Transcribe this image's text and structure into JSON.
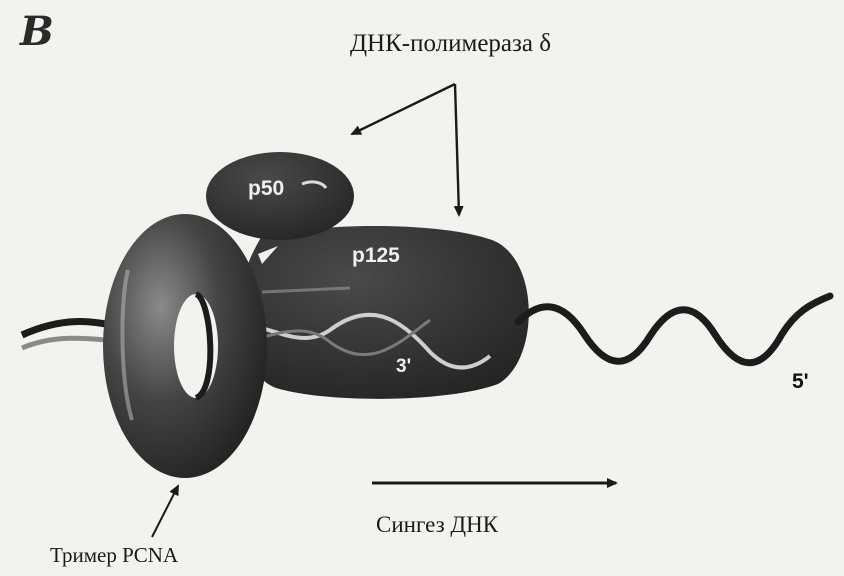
{
  "figure": {
    "panel_letter": "B",
    "enzyme_label": "ДНК-полимераза δ",
    "pcna_label": "Тример PCNA",
    "synthesis_label": "Сингез ДНК",
    "subunits": {
      "small": "p50",
      "large": "p125"
    },
    "ends": {
      "three_prime": "3'",
      "five_prime": "5'"
    },
    "colors": {
      "background": "#f4f2ee",
      "protein": "#2b2b2b",
      "dna": "#1c1c1c",
      "labels": "#1a1a1a"
    }
  }
}
